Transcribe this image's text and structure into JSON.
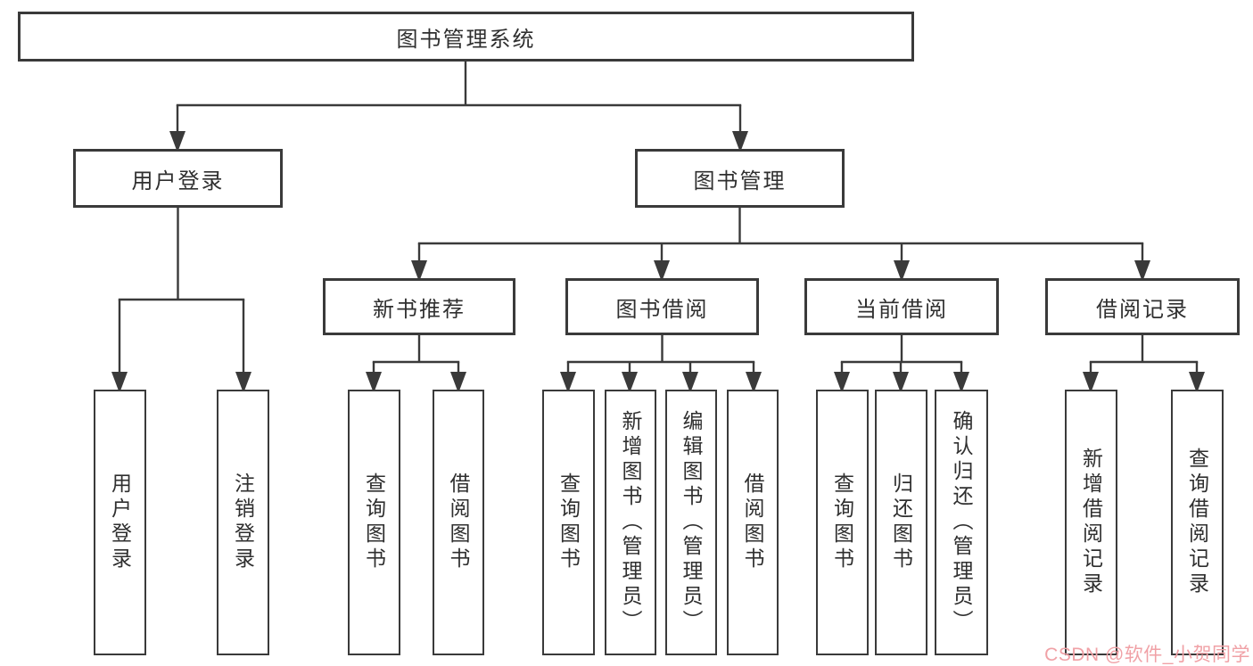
{
  "tree": {
    "root": {
      "label": "图书管理系统"
    },
    "branches": [
      {
        "label": "用户登录",
        "children": [
          {
            "label": "用户登录"
          },
          {
            "label": "注销登录"
          }
        ]
      },
      {
        "label": "图书管理",
        "children": [
          {
            "label": "新书推荐",
            "children": [
              {
                "label": "查询图书"
              },
              {
                "label": "借阅图书"
              }
            ]
          },
          {
            "label": "图书借阅",
            "children": [
              {
                "label": "查询图书"
              },
              {
                "label": "新增图书（管理员）"
              },
              {
                "label": "编辑图书（管理员）"
              },
              {
                "label": "借阅图书"
              }
            ]
          },
          {
            "label": "当前借阅",
            "children": [
              {
                "label": "查询图书"
              },
              {
                "label": "归还图书"
              },
              {
                "label": "确认归还（管理员）"
              }
            ]
          },
          {
            "label": "借阅记录",
            "children": [
              {
                "label": "新增借阅记录"
              },
              {
                "label": "查询借阅记录"
              }
            ]
          }
        ]
      }
    ]
  },
  "watermark": {
    "text": "CSDN @软件_小贺同学",
    "color": "#f0a1a6"
  },
  "colors": {
    "line": "#3a3a3a",
    "text": "#2f2f2f",
    "background": "#ffffff"
  }
}
